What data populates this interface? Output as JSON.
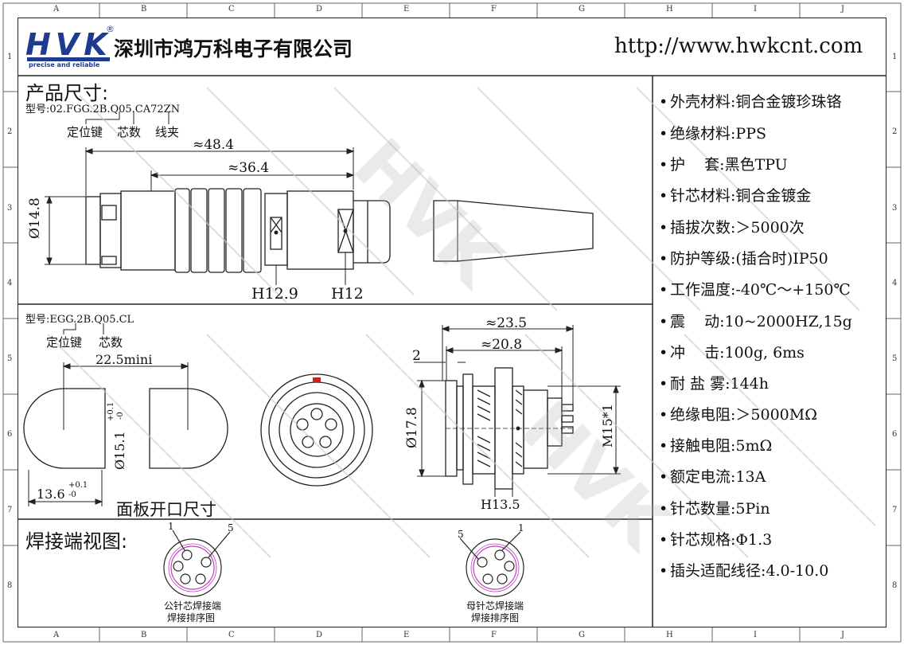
{
  "grid": {
    "cols": [
      "A",
      "B",
      "C",
      "D",
      "E",
      "F",
      "G",
      "H",
      "I",
      "J"
    ],
    "rows": [
      "1",
      "2",
      "3",
      "4",
      "5",
      "6",
      "7",
      "8"
    ]
  },
  "header": {
    "logo_text": "HVK",
    "logo_reg": "®",
    "logo_tagline": "precise and reliable",
    "company": "深圳市鸿万科电子有限公司",
    "website": "http://www.hwkcnt.com"
  },
  "plug": {
    "section_title": "产品尺寸:",
    "model": "型号:02.FGG.2B.Q05.CA72ZN",
    "label_key": "定位键",
    "label_cores": "芯数",
    "label_clamp": "线夹",
    "dim_overall": "≈48.4",
    "dim_body": "≈36.4",
    "dim_dia": "Ø14.8",
    "dim_h1": "H12.9",
    "dim_h2": "H12"
  },
  "socket": {
    "model": "型号:EGG.2B.Q05.CL",
    "label_key": "定位键",
    "label_cores": "芯数",
    "dim_spacing": "22.5mini",
    "dim_height": "Ø15.1",
    "dim_height_tol_top": "+0.1",
    "dim_height_tol_bot": "-0",
    "dim_width": "13.6",
    "dim_width_tol_top": "+0.1",
    "dim_width_tol_bot": "-0",
    "panel_caption": "面板开口尺寸",
    "dim_total": "≈23.5",
    "dim_body": "≈20.8",
    "dim_flange": "2",
    "dim_dia": "Ø17.8",
    "dim_thread": "M15*1",
    "dim_nut": "H13.5"
  },
  "solder": {
    "section_title": "焊接端视图:",
    "male_caption1": "公针芯焊接端",
    "male_caption2": "焊接排序图",
    "female_caption1": "母针芯焊接端",
    "female_caption2": "焊接排序图",
    "pin_1": "1",
    "pin_5": "5"
  },
  "watermark": "HVK",
  "colors": {
    "logo_blue": "#1f3b8f",
    "pin_ring": "#c040c0",
    "key_red": "#cc2222"
  },
  "specs": [
    {
      "label": "外壳材料:",
      "value": "铜合金镀珍珠铬"
    },
    {
      "label": "绝缘材料:",
      "value": "PPS"
    },
    {
      "label": "护    套:",
      "value": "黑色TPU"
    },
    {
      "label": "针芯材料:",
      "value": "铜合金镀金"
    },
    {
      "label": "插拔次数:",
      "value": "＞5000次"
    },
    {
      "label": "防护等级:",
      "value": "(插合时)IP50"
    },
    {
      "label": "工作温度:",
      "value": "-40℃～+150℃"
    },
    {
      "label": "震    动:",
      "value": "10~2000HZ,15g"
    },
    {
      "label": "冲    击:",
      "value": "100g, 6ms"
    },
    {
      "label": "耐 盐 雾:",
      "value": "144h"
    },
    {
      "label": "绝缘电阻:",
      "value": "＞5000MΩ"
    },
    {
      "label": "接触电阻:",
      "value": "5mΩ"
    },
    {
      "label": "额定电流:",
      "value": "13A"
    },
    {
      "label": "针芯数量:",
      "value": "5Pin"
    },
    {
      "label": "针芯规格:",
      "value": "Φ1.3"
    },
    {
      "label": "插头适配线径:",
      "value": "4.0-10.0"
    }
  ]
}
